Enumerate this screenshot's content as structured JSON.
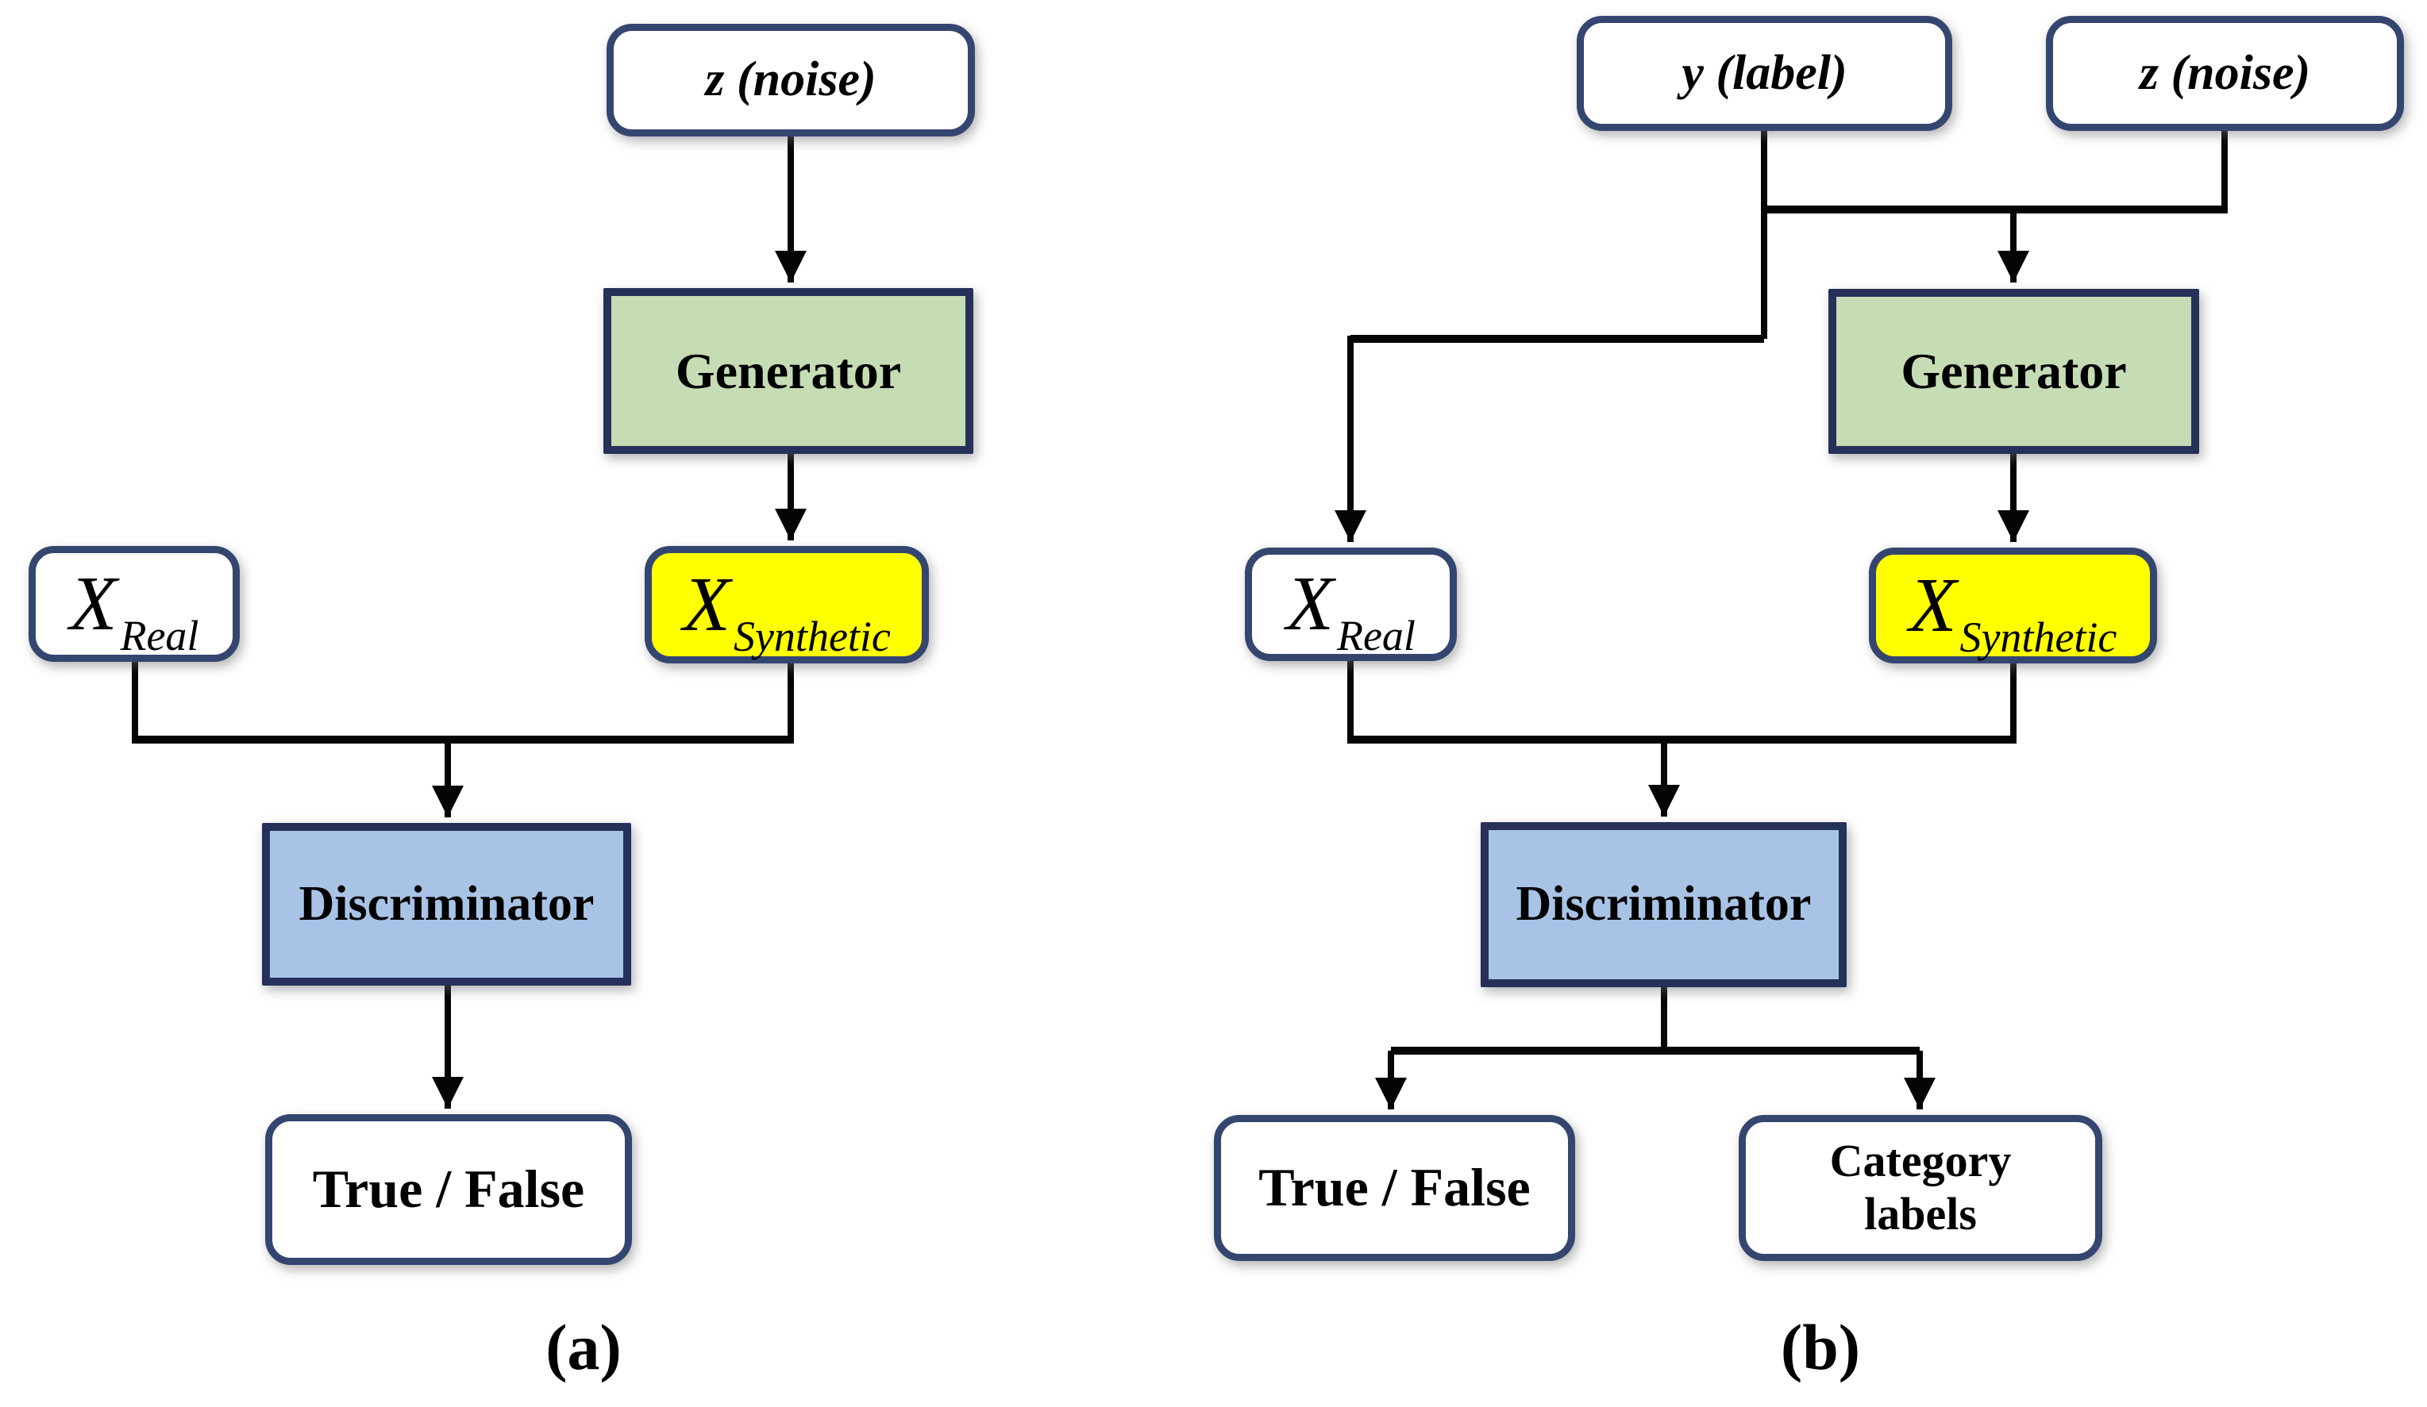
{
  "figure": {
    "panel_a": {
      "caption": "(a)",
      "noise": "z (noise)",
      "generator": "Generator",
      "x_real_base": "X",
      "x_real_sub": "Real",
      "x_synthetic_base": "X",
      "x_synthetic_sub": "Synthetic",
      "discriminator": "Discriminator",
      "true_false": "True / False"
    },
    "panel_b": {
      "caption": "(b)",
      "y_label": "y (label)",
      "noise": "z (noise)",
      "generator": "Generator",
      "x_real_base": "X",
      "x_real_sub": "Real",
      "x_synthetic_base": "X",
      "x_synthetic_sub": "Synthetic",
      "discriminator": "Discriminator",
      "true_false": "True / False",
      "category_labels": "Category labels"
    }
  },
  "colors": {
    "border_rounded": "#344670",
    "border_rect": "#263159",
    "generator_fill": "#c6dcb4",
    "discriminator_fill": "#a9c3e7",
    "synthetic_fill": "#ffff00",
    "io_fill": "#ffffff",
    "line": "#050505",
    "text": "#000000"
  }
}
